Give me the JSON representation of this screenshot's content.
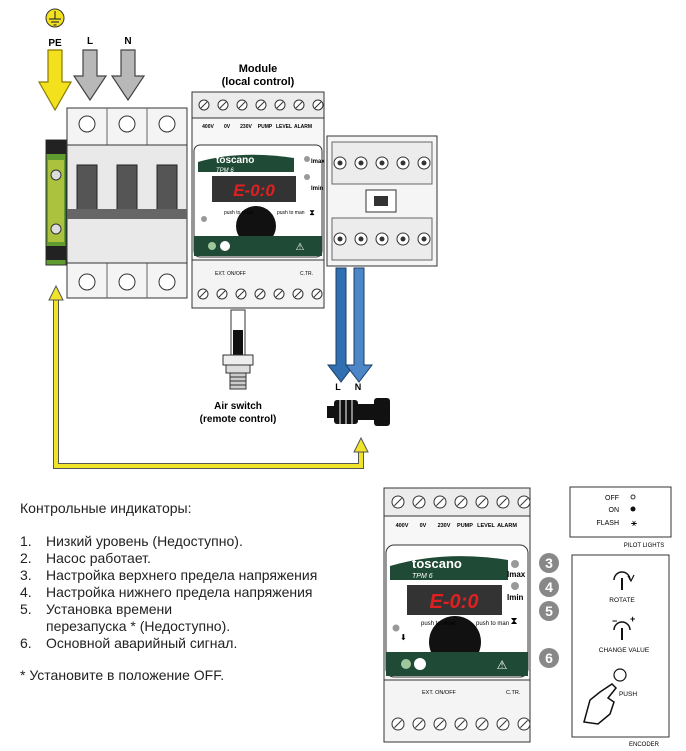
{
  "colors": {
    "earth": "#f2e11c",
    "earth_stroke": "#8a7a00",
    "neutral_arrow": "#b8b8b8",
    "wire_blue": "#2f6fb2",
    "wire_yellow": "#f0e42a",
    "display_red": "#e02020",
    "brand_green": "#1f4a35",
    "pe_green": "#5f9b2e"
  },
  "top": {
    "pe": "PE",
    "l": "L",
    "n": "N",
    "module_line1": "Module",
    "module_line2": "(local control)",
    "terminals": [
      "400V",
      "0V",
      "230V",
      "PUMP",
      "LEVEL",
      "ALARM"
    ],
    "brand": "toscano",
    "model": "TPM 6",
    "imax": "Imax",
    "imin": "Imin",
    "push_reset": "push to reset",
    "push_man": "push to man",
    "bottom_labels": [
      "EXT. ON/OFF",
      "C.TR."
    ],
    "motor_l": "L",
    "motor_n": "N",
    "air_switch_line1": "Air switch",
    "air_switch_line2": "(remote control)"
  },
  "legend": {
    "title": "Контрольные индикаторы:",
    "items": [
      {
        "n": "1.",
        "text": "Низкий уровень (Недоступно)."
      },
      {
        "n": "2.",
        "text": "Насос работает."
      },
      {
        "n": "3.",
        "text": "Настройка верхнего предела напряжения"
      },
      {
        "n": "4.",
        "text": "Настройка нижнего предела напряжения"
      },
      {
        "n": "5.",
        "text": "Установка времени\nперезапуска * (Недоступно)."
      },
      {
        "n": "6.",
        "text": "Основной аварийный сигнал."
      }
    ],
    "note": "* Установите в положение OFF."
  },
  "callouts": [
    "3",
    "4",
    "5",
    "6"
  ],
  "pilot": {
    "off": "OFF",
    "on": "ON",
    "flash": "FLASH",
    "title": "PILOT LIGHTS"
  },
  "encoder": {
    "rotate": "ROTATE",
    "change_value": "CHANGE VALUE",
    "push": "PUSH",
    "title": "ENCODER"
  }
}
